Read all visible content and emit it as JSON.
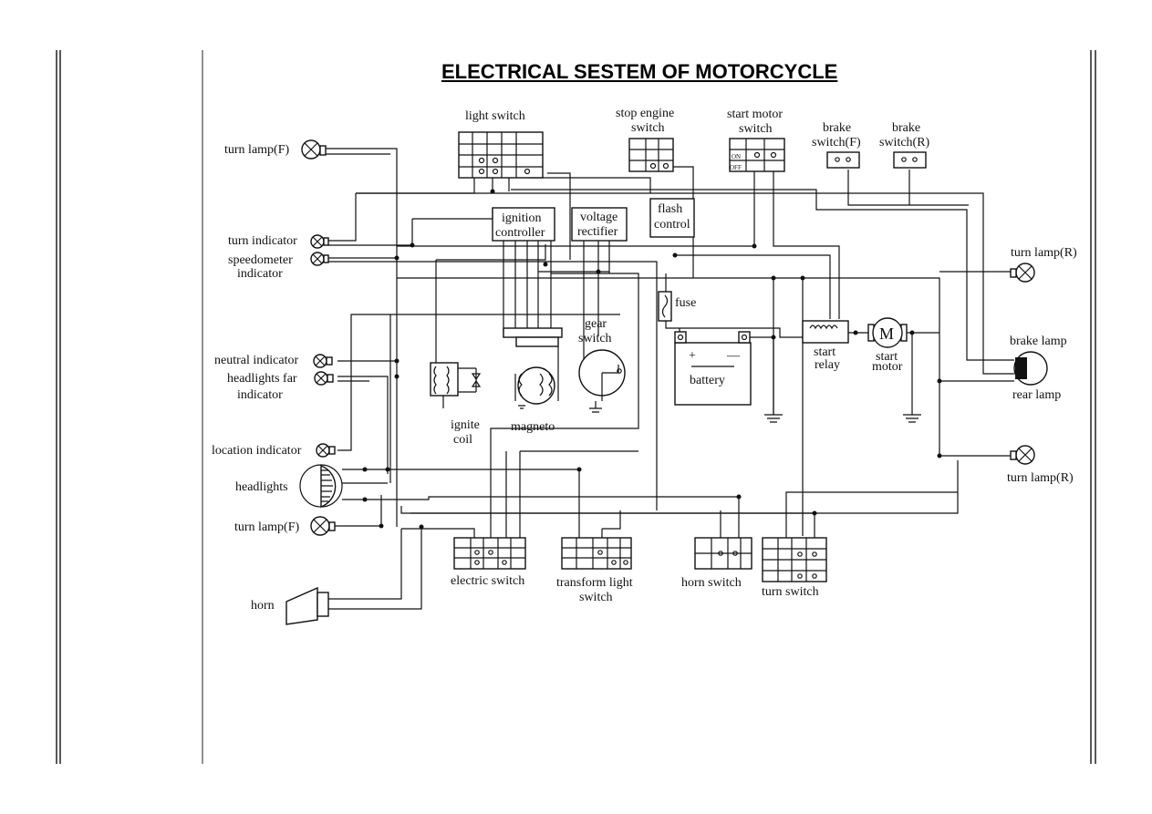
{
  "title": "ELECTRICAL SESTEM OF MOTORCYCLE",
  "labels": {
    "light_switch": "light switch",
    "stop_engine_1": "stop engine",
    "stop_engine_2": "switch",
    "start_motor_sw_1": "start motor",
    "start_motor_sw_2": "switch",
    "brake_f_1": "brake",
    "brake_f_2": "switch(F)",
    "brake_r_1": "brake",
    "brake_r_2": "switch(R)",
    "turn_lamp_f_top": "turn lamp(F)",
    "turn_indicator": "turn indicator",
    "speedometer_1": "speedometer",
    "speedometer_2": "indicator",
    "ignition_1": "ignition",
    "ignition_2": "controller",
    "voltage_1": "voltage",
    "voltage_2": "rectifier",
    "flash_1": "flash",
    "flash_2": "control",
    "fuse": "fuse",
    "gear_1": "gear",
    "gear_2": "switch",
    "battery": "battery",
    "start_relay_1": "start",
    "start_relay_2": "relay",
    "start_motor_1": "start",
    "start_motor_2": "motor",
    "motor_symbol": "M",
    "turn_lamp_r_top": "turn lamp(R)",
    "brake_lamp": "brake lamp",
    "rear_lamp": "rear lamp",
    "neutral": "neutral indicator",
    "headlights_far_1": "headlights far",
    "headlights_far_2": "indicator",
    "ignite_1": "ignite",
    "ignite_2": "coil",
    "magneto": "magneto",
    "location": "location indicator",
    "turn_lamp_r_bottom": "turn lamp(R)",
    "headlights": "headlights",
    "turn_lamp_f_bottom": "turn lamp(F)",
    "electric_switch": "electric switch",
    "transform_1": "transform light",
    "transform_2": "switch",
    "horn_switch": "horn switch",
    "turn_switch": "turn switch",
    "horn": "horn",
    "on": "ON",
    "off": "OFF",
    "plus": "+",
    "minus": "—"
  }
}
